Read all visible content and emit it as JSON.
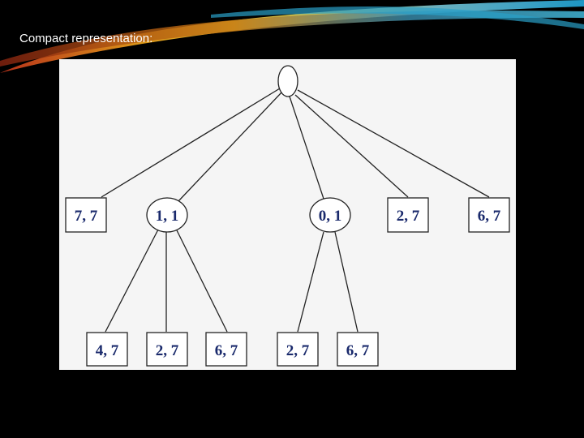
{
  "slide": {
    "title": "Compact representation:"
  },
  "colors": {
    "background": "#000000",
    "title_text": "#ffffff",
    "figure_background": "#f5f5f5",
    "node_label": "#1a2a6c",
    "edge": "#222222"
  },
  "tree": {
    "root": {
      "shape": "ellipse",
      "label": ""
    },
    "level1": [
      {
        "shape": "box",
        "label": "7, 7"
      },
      {
        "shape": "ellipse",
        "label": "1, 1"
      },
      {
        "shape": "ellipse",
        "label": "0, 1"
      },
      {
        "shape": "box",
        "label": "2, 7"
      },
      {
        "shape": "box",
        "label": "6, 7"
      }
    ],
    "level2": [
      {
        "parent": "1, 1",
        "shape": "box",
        "label": "4, 7"
      },
      {
        "parent": "1, 1",
        "shape": "box",
        "label": "2, 7"
      },
      {
        "parent": "1, 1",
        "shape": "box",
        "label": "6, 7"
      },
      {
        "parent": "0, 1",
        "shape": "box",
        "label": "2, 7"
      },
      {
        "parent": "0, 1",
        "shape": "box",
        "label": "6, 7"
      }
    ]
  }
}
